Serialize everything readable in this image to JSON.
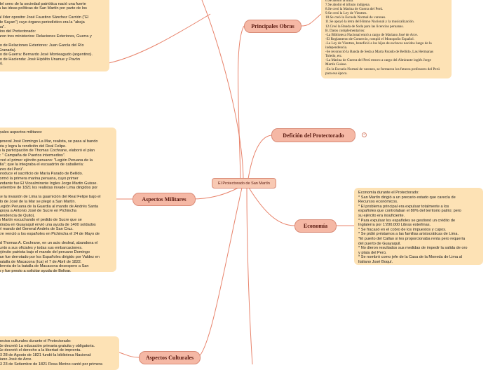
{
  "central": {
    "title": "El Protectorado de San Martín"
  },
  "topics": {
    "obras": "Principales Obras",
    "protectorado": "Defición del Protectorado",
    "militares": "Aspectos Militares",
    "economia": "Economía",
    "culturales": "Aspectos Culturales"
  },
  "collapse_glyph": "+",
  "notes": {
    "top_left": [
      "ión:",
      "del seno de la sociedad patriótica nació una fuerte",
      "a las ideas políticas de San Martín por parte de los",
      "",
      "al líder opositor José Faustino Sánchez Carrión (\"El",
      "de Sayan\") cuyo órgano periodístico era la \"abeja",
      "na\".",
      "rios del Protectorado:",
      "aron tres ministerios: Relaciones Exteriores, Guerra y",
      "",
      "ro de Relaciones Exteriores: Juan García del Río",
      "Granada).",
      "ro de Guerra: Bernardo José Monteagudo (argentino).",
      "ro de Hacienda: José Hipólito Unanue y Pavón",
      "o)."
    ],
    "obras": [
      "6.Se abolió la mita.",
      "7.Se abolió el tributo indígena.",
      "8.Se creó la Marina de Guerra del Perú.",
      "9.Se creó la Ley de Vientres.",
      "10.Se creó la Escuela Normal de varones.",
      "11.Se apoyó la letra del Himno Nacional y la musicalización.",
      "12.Creó la Banda de Soda para las licencias peruanas.",
      "B. Datos complementarios:",
      "-La Biblioteca Nacional entró a cargo de Mariano José de Arce.",
      "-El Reglamento de Comercio, rompió el Monopolio Español.",
      "-La Ley de Vientres, benefició a los hijos de esclavos nacidos luego de la",
      "independencia.",
      "-Se reconoció la Banda de Seda a Marta Parado de Bellido, Las Hermanas",
      "Toledo, etc.",
      "-La Marina de Guerra del Perú estuvo a cargo del Almirante inglés Jorge",
      "Martín Guisse.",
      "-En la Escuela Normal de varones, se formaron los futuros profesores del Perú",
      "para esa época."
    ],
    "militares": [
      "ipales aspectos militares:",
      "",
      "general José Domingo La Mar, realista, se pasa al bando",
      "ota y logra la rendición del Real Felipe.",
      "n la participación de Thomas Cochrane, elaboró el plan",
      "r: \" Campaña de Puertos intermedios\".",
      "creó el primer ejército peruano: \"Legión Peruana de la",
      "dia\"; que la integraba el escuadrón de caballería:",
      "ares del Perú\".",
      "produce el sacrificio de María Parado de Bellido.",
      "formó la primera marina peruana, cuyo primer",
      "andante fue El Vicealmirante Ingles Jorge Martin Guisse.",
      "setiembre de 1821 los realistas invade Lima dirigidos por",
      "",
      "se la invasión de Lima la guarnición del Real Felipe bajo el",
      "do de José de la Mar se plegó a San Martín.",
      "Legión Peruana de la Guardia al mando de Andrés Santa",
      "apoya a Antonio José de Sucre en Pichincha",
      "pendencia de Quito).",
      "n Martín escuchando el pedido de Sucre que se",
      "ntraba en Guayaquil envió una ayuda de 1400 soldados",
      "el mando del General Andrés de San Cruz.",
      "cre venció a los españoles en Pichincha el 24 de Mayo de",
      "",
      "rd Thomas A. Cochrane, en un acto desleal, abandona el",
      "junto a sus oficiales y todas sus embarcaciones.",
      "ejército patriota bajo el mando del peruano Domingo",
      "tan fue derrotado por los Españoles dirigido por Valdez en",
      "batalla de Macacona (Ica) el 7 de Abril de 1822.",
      "derrota de la batalla de Macacona desespero a San",
      "n y fue presto a solicitar ayuda de Bolivar."
    ],
    "economia": [
      "Economía durante el Protectorado:",
      "* San Martín dirigió a un precario estado que carecía de",
      "Recursos económicos.",
      "* El problema principal era expulsar totalmente a los",
      "españoles que controlaban el 80% del territorio patrio; pero",
      "su ejército era insuficiente.",
      "* Para expulsar los españoles se gestionó un crédito de",
      "Inglaterra por 1'200,000 Libras esterlinas.",
      "* Se fracasó en el cobro de los impuestos y cupos.",
      "* Se pidió préstamos a las familias aristocráticas de Lima.",
      "*El puerto del Callao si les proporcionaba renta pero requería",
      "del puerto de Guayaquil.",
      "* No dieron resultados sus medidas de impedir la salida de oro",
      "y plata del Perú.",
      "* Se nombró como jefe de la Casa de la Moneda de Lima al",
      "Italiano José Boquí."
    ],
    "culturales": [
      "pectos culturales durante el Protectorado:",
      "Se decretó La educación primaria gratuita y obligatoria.",
      "Se decretó el derecho a la libertad de imprenta.",
      "El 28 de Agosto de 1821 fundó la biblioteca Nacional:",
      "riano José de Arce.",
      "El 23 de Setiembre de 1821 Rosa Merino cantó por primera"
    ]
  }
}
